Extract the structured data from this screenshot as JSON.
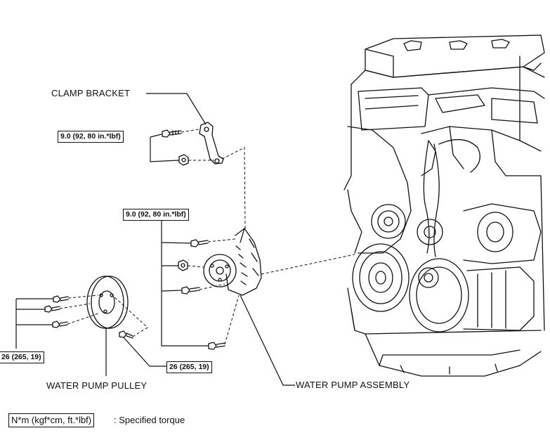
{
  "labels": {
    "clamp_bracket": "CLAMP BRACKET",
    "water_pump_pulley": "WATER PUMP PULLEY",
    "water_pump_assembly": "WATER PUMP ASSEMBLY"
  },
  "torque_specs": {
    "clamp_bolts": "9.0 (92, 80 in.*lbf)",
    "pump_bolts": "9.0 (92, 80 in.*lbf)",
    "pulley_bolts_left": "26 (265, 19)",
    "pulley_bolt_right": "26 (265, 19)"
  },
  "legend": {
    "unit_box": "N*m (kgf*cm, ft.*lbf)",
    "description": ": Specified torque"
  }
}
